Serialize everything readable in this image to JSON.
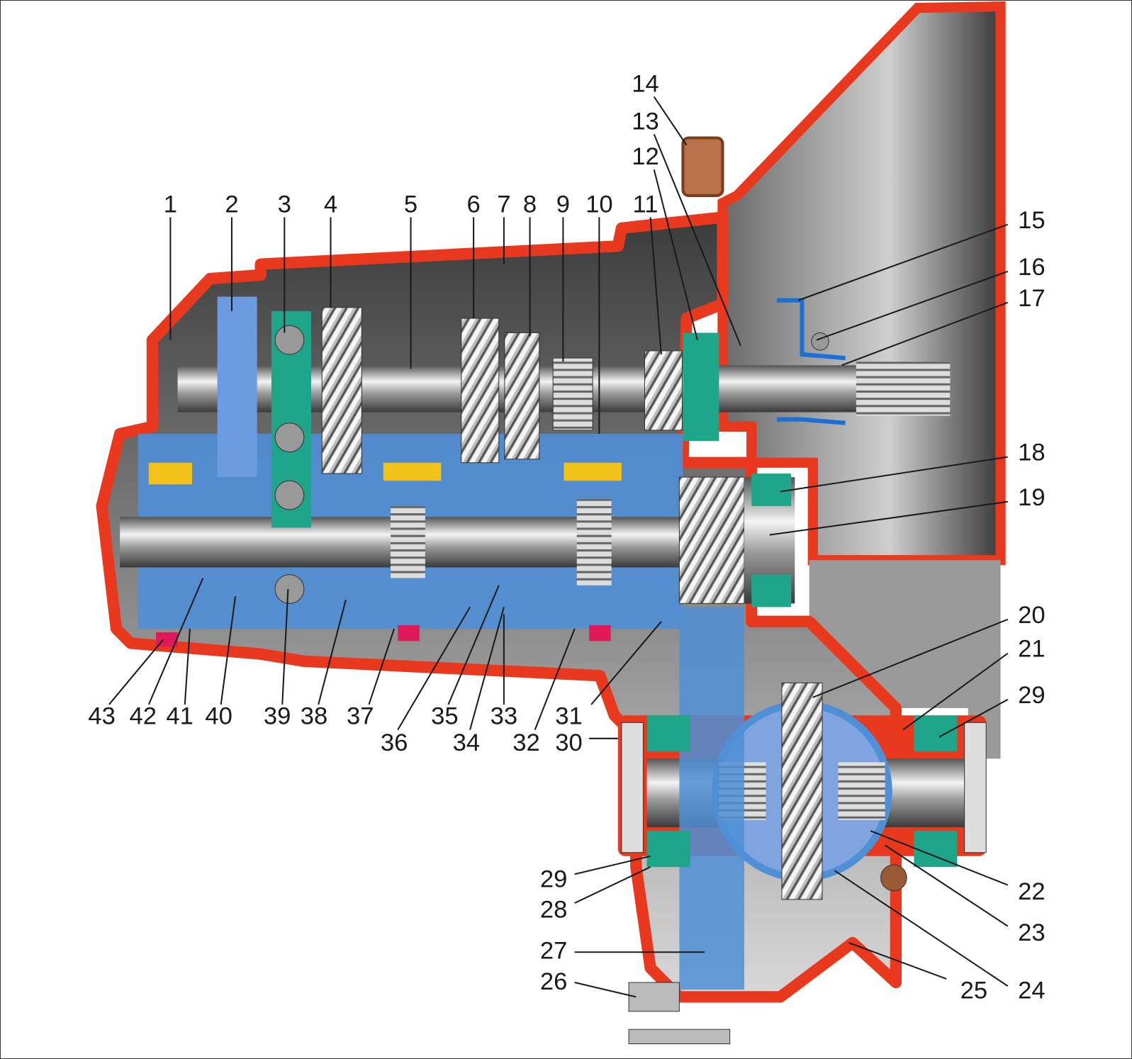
{
  "diagram": {
    "type": "gearbox-cross-section",
    "labels": [
      "1",
      "2",
      "3",
      "4",
      "5",
      "6",
      "7",
      "8",
      "9",
      "10",
      "11",
      "12",
      "13",
      "14",
      "15",
      "16",
      "17",
      "18",
      "19",
      "20",
      "21",
      "29",
      "22",
      "23",
      "24",
      "25",
      "26",
      "27",
      "28",
      "29",
      "30",
      "31",
      "32",
      "33",
      "34",
      "35",
      "36",
      "37",
      "38",
      "39",
      "40",
      "41",
      "42",
      "43"
    ]
  },
  "colors": {
    "housing": "#e8391e",
    "blue_parts": "#4f8fd6",
    "light_blue": "#8fb3e6",
    "green_bearings": "#1fa58a",
    "yellow": "#f2c21a",
    "brown": "#9a5a33",
    "magenta": "#e01a5a",
    "interior": "#5a5a5a"
  }
}
